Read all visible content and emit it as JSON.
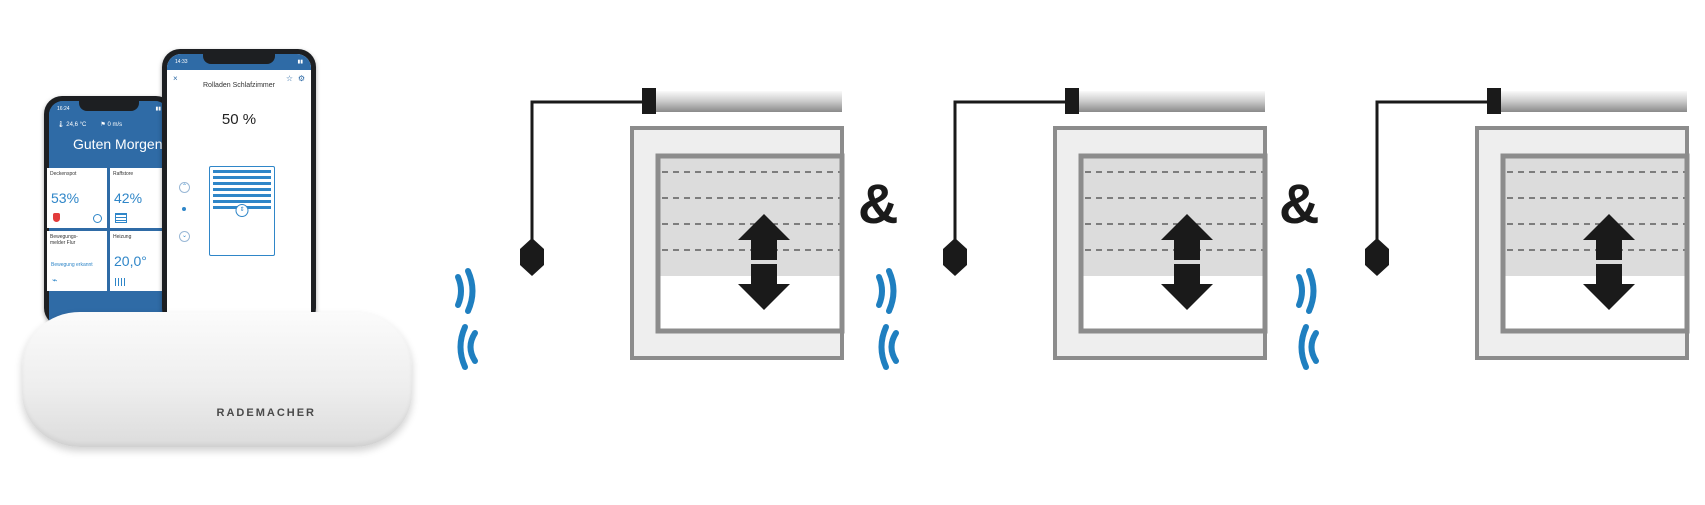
{
  "hub": {
    "brand": "RADEMACHER"
  },
  "phone_back": {
    "time": "16:24",
    "temperature": "24,6 °C",
    "wind": "0 m/s",
    "greeting": "Guten Morgen",
    "tiles": [
      {
        "label": "Deckenspot",
        "value": "53%"
      },
      {
        "label": "Raffstore",
        "value": "42%"
      },
      {
        "label": "Bewegungs-\nmelder Flur",
        "status": "Bewegung erkannt"
      },
      {
        "label": "Heizung",
        "value": "20,0°"
      }
    ]
  },
  "phone_front": {
    "time": "14:33",
    "title": "Rolladen Schlafzimmer",
    "percent": "50 %",
    "blind_position": 0.5
  },
  "connectors": [
    "&",
    "&"
  ],
  "colors": {
    "radio_waves": "#1f7fc0",
    "app_blue": "#2f6ba6",
    "outline": "#1a1a1a",
    "window_frame": "#8c8c8c",
    "window_outer_fill": "#eeeeee",
    "blind_band": "#dcdcdc"
  },
  "icons": {
    "radio": "radio-waves-icon",
    "updown": "up-down-arrow-icon",
    "switch": "wall-switch-icon"
  }
}
